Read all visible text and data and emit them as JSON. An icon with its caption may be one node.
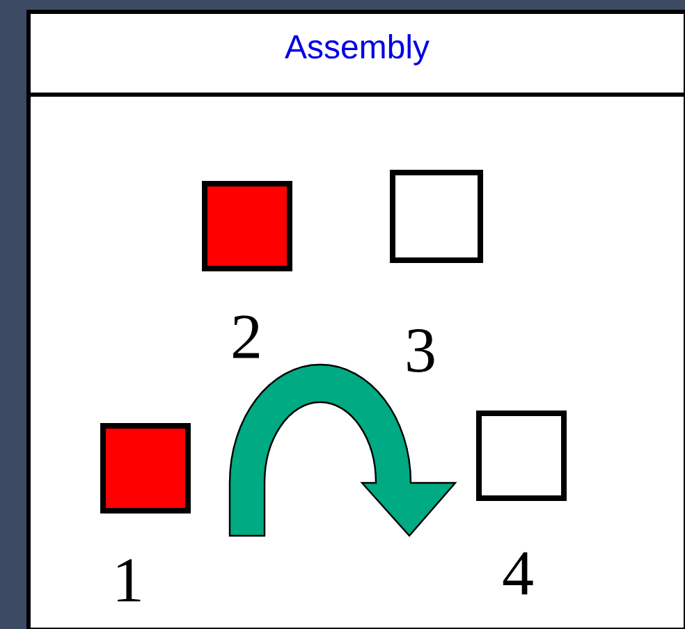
{
  "diagram": {
    "nodes": [
      {
        "text": [
          "Assembly"
        ]
      },
      {
        "text": [],
        "shape": "box",
        "in": 0,
        "beside": [
          "2"
        ]
      },
      {
        "text": [],
        "shape": "box",
        "in": 0,
        "beside": [
          "3"
        ]
      },
      {
        "text": [],
        "shape": "box",
        "in": 0,
        "beside": [
          "1"
        ]
      },
      {
        "text": [],
        "shape": "box",
        "in": 0,
        "beside": [
          "4"
        ]
      }
    ],
    "edges": [
      {
        "from": 3,
        "to": 4,
        "arrow": "to"
      }
    ]
  }
}
